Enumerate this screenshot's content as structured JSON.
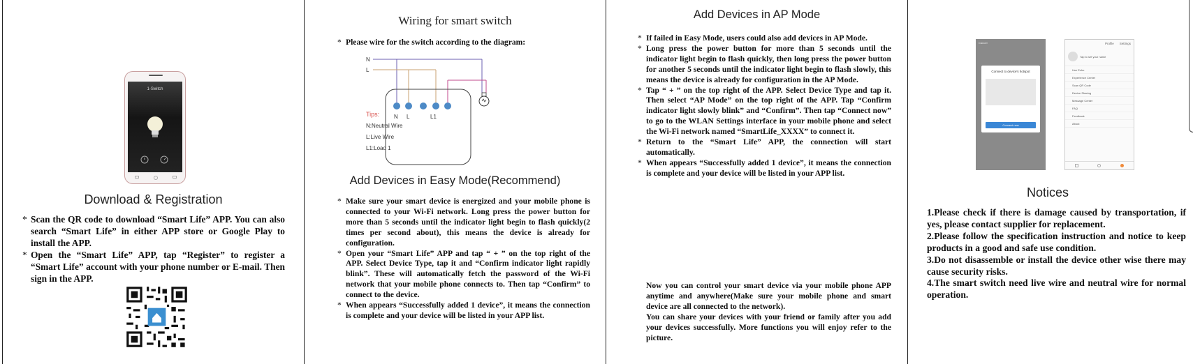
{
  "panel1": {
    "phone": {
      "screen_title": "1-Switch",
      "icons": [
        "lightbulb-icon",
        "power-icon",
        "timer-icon"
      ]
    },
    "heading": "Download & Registration",
    "bullets": [
      "Scan the QR code to download “Smart Life” APP. You can also search “Smart Life” in either APP store or Google Play to install the APP.",
      "Open the “Smart Life” APP, tap “Register” to register a “Smart Life” account with your phone number or E-mail. Then sign in the APP."
    ]
  },
  "panel2": {
    "heading": "Wiring for smart switch",
    "intro": "Please wire for the switch according to the diagram:",
    "diagram": {
      "wire_n": "N",
      "wire_l": "L",
      "term_n": "N",
      "term_l": "L",
      "term_l1": "L1",
      "tips_title": "Tips:",
      "tips": [
        "N:Neutral Wire",
        "L:Live Wire",
        "L1:Load 1"
      ],
      "colors": {
        "neutral": "#6b5fb0",
        "live": "#c8a070",
        "load": "#c24a8c",
        "terminal": "#4d8ac6",
        "tips": "#d9534f"
      }
    },
    "heading2": "Add Devices in Easy Mode(Recommend)",
    "bullets": [
      "Make sure your smart device is energized and your mobile phone is connected to your Wi-Fi network. Long press the power button for more than 5 seconds until the indicator light begin to flash quickly(2 times per second about), this means the device is already for configuration.",
      "Open your “Smart Life” APP and tap “ + ” on the top right of the APP. Select Device Type, tap it and “Confirm indicator light rapidly blink”. These will automatically fetch the password of the Wi-Fi network that your mobile phone connects to. Then tap “Confirm” to connect to the device.",
      "When appears “Successfully added 1 device”, it means the connection is complete and your device will be listed in your APP list."
    ]
  },
  "panel3": {
    "heading": "Add Devices in AP Mode",
    "bullets": [
      "If failed in Easy Mode, users could also add devices in AP Mode.",
      "Long press the power button for more than 5 seconds until the indicator light begin to flash quickly, then long press the power button for another 5 seconds until the indicator light begin to flash slowly, this means the device is already for configuration in the AP Mode.",
      "Tap “ + ” on the top right of the APP. Select Device Type and tap it. Then select “AP Mode” on the top right of the APP. Tap “Confirm indicator light slowly blink” and “Confirm”. Then tap “Connect now” to go to the WLAN Settings interface in your mobile phone and select the Wi-Fi network named “SmartLife_XXXX” to connect it.",
      "Return to the “Smart Life” APP, the connection will start automatically.",
      "When appears “Successfully added 1 device”, it means the connection is complete and your device will be listed in your APP list."
    ],
    "paragraph1": "Now you can control your smart device via your mobile phone APP anytime and anywhere(Make sure your mobile phone and smart device are all connected to the network).",
    "paragraph2": "You can share your devices with your friend or family after you add your devices successfully. More functions you will enjoy refer to the picture."
  },
  "panel4": {
    "screens": {
      "left": {
        "top_label": "Cancel",
        "dialog_title": "Connect to device's hotspot",
        "button": "Connect now"
      },
      "right": {
        "tabs": [
          "Profile",
          "Settings"
        ],
        "user": "Tap to set your name",
        "menu": [
          "Use Echo",
          "Experience Center",
          "Scan QR Code",
          "Device Sharing",
          "Message Center",
          "FAQ",
          "Feedback",
          "About"
        ]
      }
    },
    "heading": "Notices",
    "notices": [
      "1.Please check if there is damage caused by transportation, if yes, please contact supplier for replacement.",
      "2.Please follow the specification instruction and notice to keep products in a good and safe use condition.",
      "3.Do not disassemble or install the device other wise there may cause security risks.",
      "4.The smart switch need live wire and neutral wire for normal operation."
    ]
  }
}
